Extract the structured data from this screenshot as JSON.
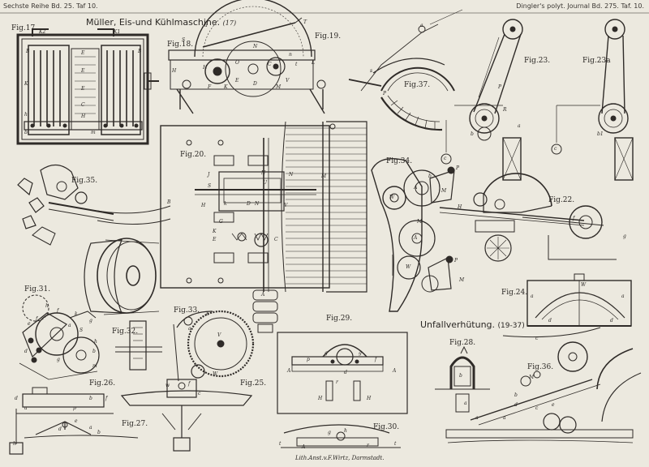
{
  "header": {
    "left": "Sechste Reihe Bd. 25. Taf 10.",
    "right": "Dingler's polyt. Journal Bd. 275. Taf. 10."
  },
  "titles": {
    "mueller": "Müller, Eis-und Kühlmaschine.",
    "mueller_ref": "(17)",
    "unfall": "Unfallverhütung.",
    "unfall_ref": "(19-37)"
  },
  "figures": [
    "Fig.17.",
    "Fig.18.",
    "Fig.19.",
    "Fig.20.",
    "Fig.22.",
    "Fig.23.",
    "Fig.23a",
    "Fig.24.",
    "Fig.25.",
    "Fig.26.",
    "Fig.27.",
    "Fig.28.",
    "Fig.29.",
    "Fig.30.",
    "Fig.31.",
    "Fig.32.",
    "Fig.33.",
    "Fig.34.",
    "Fig.35.",
    "Fig.36.",
    "Fig.37."
  ],
  "footer": "Lith.Anst.v.F.Wirtz, Darmstadt.",
  "letters": {
    "fig17": [
      "K2",
      "B",
      "K1",
      "E",
      "E",
      "B",
      "E",
      "K",
      "C",
      "H",
      "h",
      "m",
      "b"
    ],
    "fig18": [
      "a",
      "T",
      "S",
      "N",
      "H",
      "O",
      "n",
      "t",
      "C",
      "E",
      "D",
      "K",
      "F",
      "L",
      "H",
      "M",
      "V"
    ],
    "fig20": [
      "B",
      "N",
      "J",
      "U",
      "S",
      "H",
      "k",
      "D",
      "G",
      "E",
      "K",
      "C",
      "A",
      "N",
      "N",
      "V",
      "M"
    ],
    "fig22": [
      "H",
      "f",
      "g"
    ],
    "fig23": [
      "R",
      "b",
      "P",
      "a",
      "c",
      "b1",
      "c"
    ],
    "fig34": [
      "P",
      "b",
      "M",
      "P",
      "M",
      "W",
      "A",
      "W",
      "A",
      "M"
    ],
    "fig24": [
      "a",
      "W",
      "a",
      "c",
      "d",
      "d"
    ],
    "fig31": [
      "h",
      "f",
      "k",
      "S",
      "a",
      "g",
      "h",
      "b",
      "d",
      "g",
      "m",
      "e",
      "f"
    ],
    "fig33": [
      "b",
      "V",
      "a",
      "W"
    ],
    "fig25": [
      "w",
      "f",
      "c"
    ],
    "fig26": [
      "d",
      "a",
      "p",
      "b",
      "f",
      "h"
    ],
    "fig27": [
      "e",
      "d",
      "a",
      "b"
    ],
    "fig28": [
      "b",
      "a",
      "a"
    ],
    "fig29": [
      "A",
      "p",
      "g",
      "g",
      "f",
      "A",
      "H",
      "H",
      "d",
      "r"
    ],
    "fig30": [
      "t",
      "A",
      "g",
      "h",
      "r",
      "t"
    ],
    "fig36": [
      "M",
      "d",
      "c",
      "e",
      "a",
      "b"
    ],
    "fig37": [
      "s",
      "P",
      "a"
    ]
  }
}
